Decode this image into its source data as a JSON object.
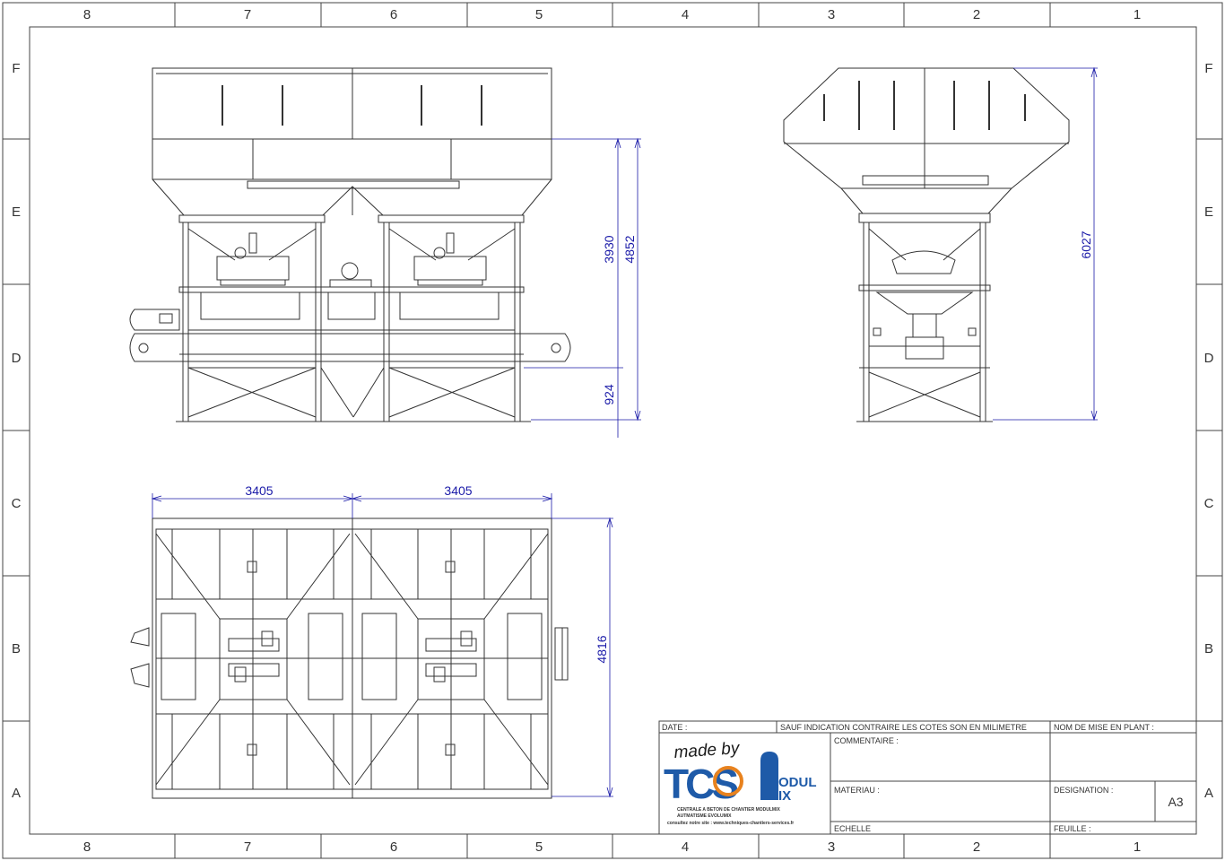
{
  "border": {
    "columns": [
      "8",
      "7",
      "6",
      "5",
      "4",
      "3",
      "2",
      "1"
    ],
    "rows": [
      "F",
      "E",
      "D",
      "C",
      "B",
      "A"
    ]
  },
  "dimensions": {
    "front_upper": "3930",
    "front_total": "4852",
    "front_lower": "924",
    "side_total": "6027",
    "top_width_left": "3405",
    "top_width_right": "3405",
    "top_depth": "4816"
  },
  "title_block": {
    "date_label": "DATE :",
    "note": "SAUF INDICATION CONTRAIRE LES COTES SON EN MILIMETRE",
    "plan_name_label": "NOM DE MISE EN PLANT :",
    "comment_label": "COMMENTAIRE :",
    "material_label": "MATERIAU :",
    "designation_label": "DESIGNATION :",
    "format": "A3",
    "scale_label": "ECHELLE",
    "sheet_label": "FEUILLE :",
    "logo": {
      "made_by": "made by",
      "brand": "TCS",
      "brand2_top": "ODUL",
      "brand2_bottom": "IX",
      "line1": "CENTRALE A BETON DE CHANTIER MODULMIX",
      "line2": "AUTMATISME EVOLUMIX",
      "line3": "consultez notre site : www.techniques-chantiers-services.fr"
    }
  },
  "colors": {
    "line": "#333333",
    "dimension": "#1a1aa8",
    "logo_blue": "#1e5aa8",
    "logo_orange": "#e8821e"
  }
}
